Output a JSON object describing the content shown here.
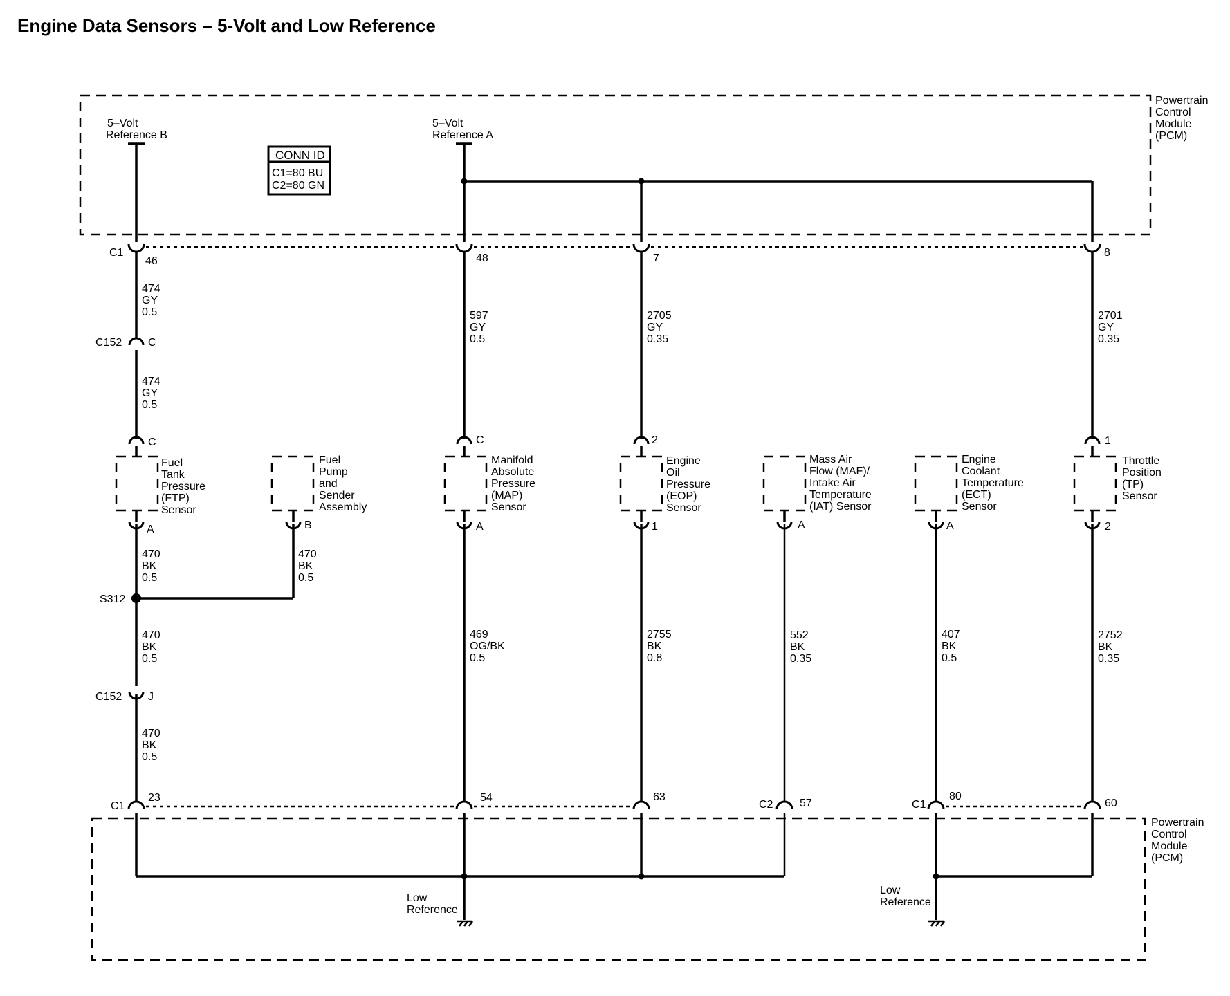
{
  "title": "Engine Data Sensors – 5-Volt and Low Reference",
  "pcm_top": {
    "line1": "Powertrain",
    "line2": "Control",
    "line3": "Module",
    "line4": "(PCM)"
  },
  "pcm_bottom": {
    "line1": "Powertrain",
    "line2": "Control",
    "line3": "Module",
    "line4": "(PCM)"
  },
  "ref_b": {
    "line1": "5–Volt",
    "line2": "Reference B"
  },
  "ref_a": {
    "line1": "5–Volt",
    "line2": "Reference A"
  },
  "conn_id": {
    "header": "CONN ID",
    "c1": "C1=80 BU",
    "c2": "C2=80 GN"
  },
  "top_connector": {
    "name": "C1",
    "pins": {
      "ftp": "46",
      "map": "48",
      "eop": "7",
      "tp": "8"
    }
  },
  "bottom_connector": {
    "c1_left": "C1",
    "c2": "C2",
    "c1_right": "C1",
    "pins": {
      "ftp": "23",
      "map": "54",
      "eop": "63",
      "maf": "57",
      "ect": "80",
      "tp": "60"
    }
  },
  "inline_connector": {
    "name": "C152",
    "pin_upper": "C",
    "pin_lower": "J"
  },
  "splice": {
    "name": "S312"
  },
  "low_reference": {
    "line1": "Low",
    "line2": "Reference"
  },
  "wires": {
    "ftp_ref_upper": {
      "circuit": "474",
      "color": "GY",
      "size": "0.5"
    },
    "ftp_ref_lower": {
      "circuit": "474",
      "color": "GY",
      "size": "0.5"
    },
    "map_ref": {
      "circuit": "597",
      "color": "GY",
      "size": "0.5"
    },
    "eop_ref": {
      "circuit": "2705",
      "color": "GY",
      "size": "0.35"
    },
    "tp_ref": {
      "circuit": "2701",
      "color": "GY",
      "size": "0.35"
    },
    "ftp_low": {
      "circuit": "470",
      "color": "BK",
      "size": "0.5"
    },
    "pump_low": {
      "circuit": "470",
      "color": "BK",
      "size": "0.5"
    },
    "s312_low": {
      "circuit": "470",
      "color": "BK",
      "size": "0.5"
    },
    "c152_low": {
      "circuit": "470",
      "color": "BK",
      "size": "0.5"
    },
    "map_low": {
      "circuit": "469",
      "color": "OG/BK",
      "size": "0.5"
    },
    "eop_low": {
      "circuit": "2755",
      "color": "BK",
      "size": "0.8"
    },
    "maf_low": {
      "circuit": "552",
      "color": "BK",
      "size": "0.35"
    },
    "ect_low": {
      "circuit": "407",
      "color": "BK",
      "size": "0.5"
    },
    "tp_low": {
      "circuit": "2752",
      "color": "BK",
      "size": "0.35"
    }
  },
  "sensors": {
    "ftp": {
      "line1": "Fuel",
      "line2": "Tank",
      "line3": "Pressure",
      "line4": "(FTP)",
      "line5": "Sensor",
      "pin_top": "C",
      "pin_bottom": "A"
    },
    "pump": {
      "line1": "Fuel",
      "line2": "Pump",
      "line3": "and",
      "line4": "Sender",
      "line5": "Assembly",
      "pin_bottom": "B"
    },
    "map": {
      "line1": "Manifold",
      "line2": "Absolute",
      "line3": "Pressure",
      "line4": "(MAP)",
      "line5": "Sensor",
      "pin_top": "C",
      "pin_bottom": "A"
    },
    "eop": {
      "line1": "Engine",
      "line2": "Oil",
      "line3": "Pressure",
      "line4": "(EOP)",
      "line5": "Sensor",
      "pin_top": "2",
      "pin_bottom": "1"
    },
    "maf": {
      "line1": "Mass Air",
      "line2": "Flow (MAF)/",
      "line3": "Intake Air",
      "line4": "Temperature",
      "line5": "(IAT) Sensor",
      "pin_bottom": "A"
    },
    "ect": {
      "line1": "Engine",
      "line2": "Coolant",
      "line3": "Temperature",
      "line4": "(ECT)",
      "line5": "Sensor",
      "pin_bottom": "A"
    },
    "tp": {
      "line1": "Throttle",
      "line2": "Position",
      "line3": "(TP)",
      "line4": "Sensor",
      "pin_top": "1",
      "pin_bottom": "2"
    }
  }
}
